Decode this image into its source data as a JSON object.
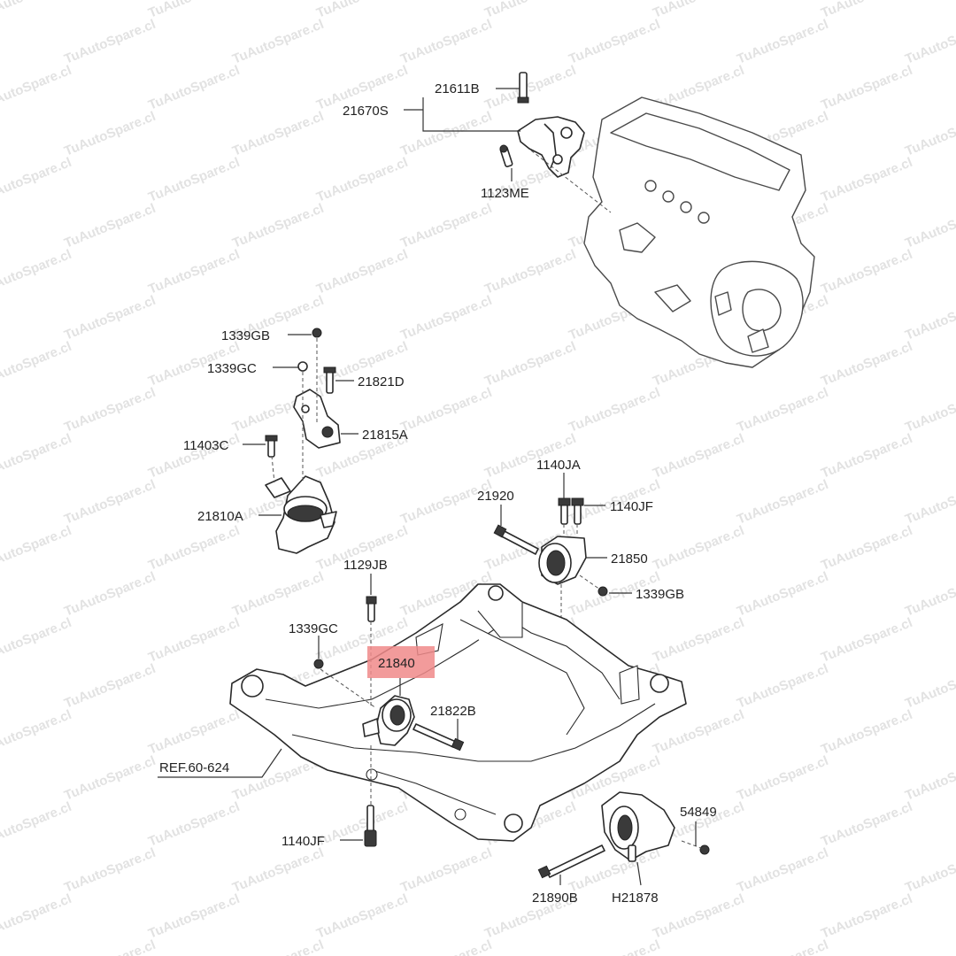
{
  "watermark": {
    "text": "TuAutoSpare.cl"
  },
  "highlight_color": "#f08a8a",
  "reference": "REF.60-624",
  "labels": {
    "p21611B": "21611B",
    "p21670S": "21670S",
    "p1123ME": "1123ME",
    "p1339GB_a": "1339GB",
    "p1339GC_a": "1339GC",
    "p21821D": "21821D",
    "p21815A": "21815A",
    "p11403C": "11403C",
    "p21810A": "21810A",
    "p1140JA": "1140JA",
    "p21920": "21920",
    "p1140JF_a": "1140JF",
    "p21850": "21850",
    "p1339GB_b": "1339GB",
    "p1129JB": "1129JB",
    "p1339GC_b": "1339GC",
    "p21840": "21840",
    "p21822B": "21822B",
    "p1140JF_b": "1140JF",
    "p54849": "54849",
    "p21890B": "21890B",
    "pH21878": "H21878"
  }
}
